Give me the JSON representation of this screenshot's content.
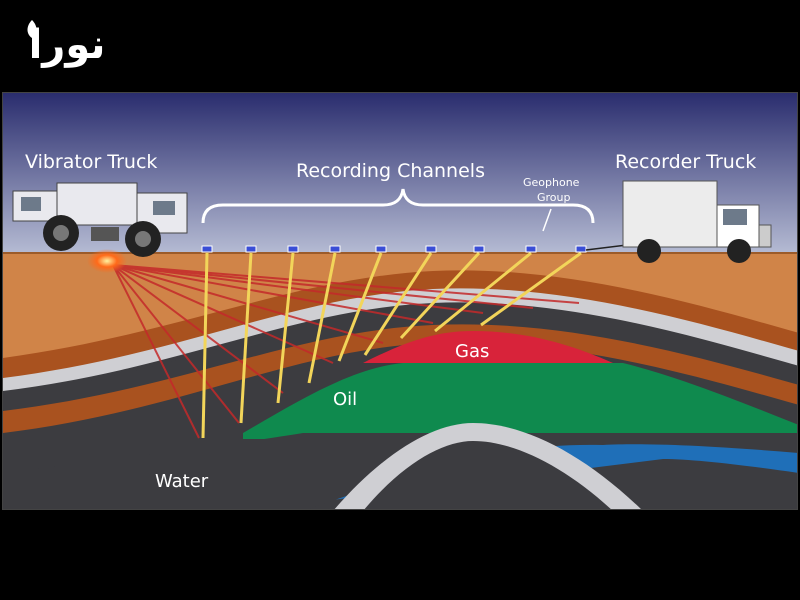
{
  "branding": {
    "logo_text": "نورا"
  },
  "diagram": {
    "labels": {
      "vibrator_truck": "Vibrator Truck",
      "recording_channels": "Recording Channels",
      "recorder_truck": "Recorder Truck",
      "geophone_line1": "Geophone",
      "geophone_line2": "Group",
      "gas": "Gas",
      "oil": "Oil",
      "water": "Water"
    },
    "colors": {
      "sky_top": "#2a2d6e",
      "sky_bottom": "#b9bfd6",
      "soil": "#d08448",
      "brown_layer": "#a9521f",
      "grey_layer": "#cfcfd3",
      "dark_layer": "#3c3c40",
      "gas": "#d8233a",
      "oil": "#0f8a4e",
      "water": "#1f6fb8",
      "rays_red": "#c42a2a",
      "rays_yellow": "#f2d55a"
    }
  }
}
